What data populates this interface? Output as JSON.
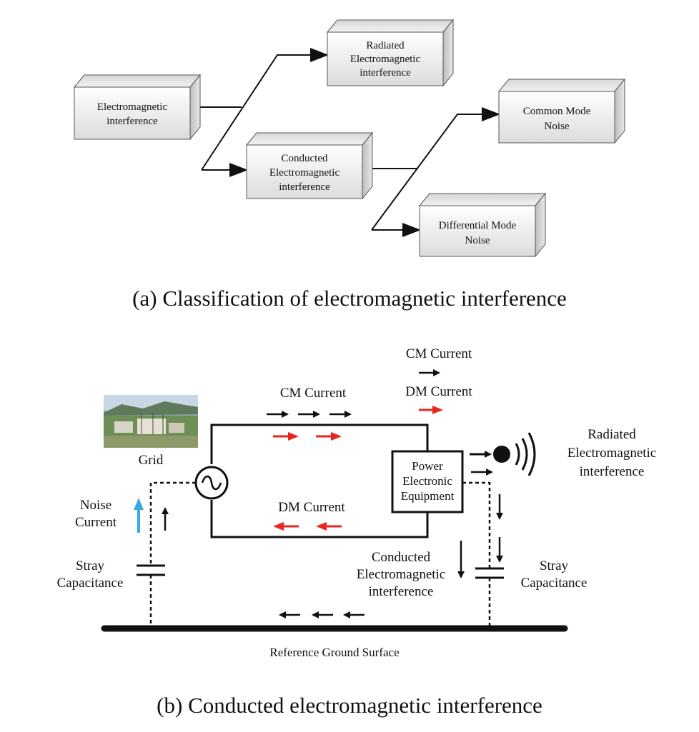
{
  "part_a": {
    "boxes": {
      "emi": [
        "Electromagnetic",
        "interference"
      ],
      "radiated": [
        "Radiated",
        "Electromagnetic",
        "interference"
      ],
      "conducted": [
        "Conducted",
        "Electromagnetic",
        "interference"
      ],
      "common_mode": [
        "Common Mode",
        "Noise"
      ],
      "differential_mode": [
        "Differential Mode",
        "Noise"
      ]
    },
    "caption": "(a) Classification of electromagnetic interference"
  },
  "part_b": {
    "legend": {
      "cm": "CM Current",
      "dm": "DM Current"
    },
    "top_label": "CM Current",
    "bottom_label": "DM Current",
    "grid_label": "Grid",
    "noise_current": [
      "Noise",
      "Current"
    ],
    "stray_left": [
      "Stray",
      "Capacitance"
    ],
    "stray_right": [
      "Stray",
      "Capacitance"
    ],
    "equipment": [
      "Power",
      "Electronic",
      "Equipment"
    ],
    "radiated": [
      "Radiated",
      "Electromagnetic",
      "interference"
    ],
    "conducted": [
      "Conducted",
      "Electromagnetic",
      "interference"
    ],
    "ground_label": "Reference Ground Surface",
    "caption": "(b) Conducted electromagnetic interference",
    "colors": {
      "dm_arrow": "#e8251f",
      "cm_arrow": "#111111",
      "noise_arrow": "#35a9e0"
    }
  }
}
